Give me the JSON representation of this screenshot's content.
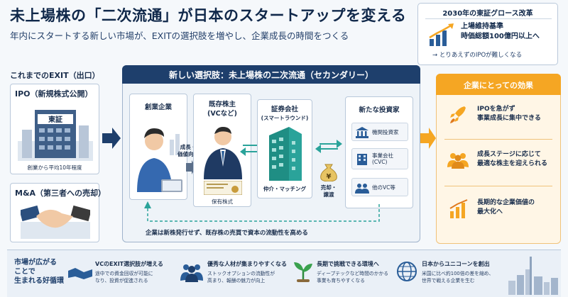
{
  "header": {
    "title": "未上場株の「二次流通」が日本のスタートアップを変える",
    "subtitle": "年内にスタートする新しい市場が、EXITの選択肢を増やし、企業成長の時間をつくる"
  },
  "goal_box": {
    "title": "2030年の東証グロース改革",
    "rule_line1": "上場維持基準",
    "rule_line2": "時価総額100億円以上へ",
    "note": "→ とりあえずのIPOが難しくなる"
  },
  "exit_section": {
    "label": "これまでのEXIT（出口）",
    "ipo_title": "IPO（新規株式公開）",
    "ipo_building_sign": "東証",
    "ipo_caption": "創業から平均10年程度",
    "ma_title": "M&A（第三者への売却）"
  },
  "secondary": {
    "title": "新しい選択肢：未上場株の二次流通（セカンダリー）",
    "founder": "創業企業",
    "growth_label_1": "成長・",
    "growth_label_2": "価値向上",
    "holder_line1": "既存株主",
    "holder_line2": "(VCなど)",
    "holder_caption": "保有株式",
    "securities_line1": "証券会社",
    "securities_line2": "(スマートラウンド)",
    "securities_caption": "仲介・マッチング",
    "sale_line1": "売却・",
    "sale_line2": "譲渡",
    "investors_title": "新たな投資家",
    "investors": [
      {
        "label": "機関投資家"
      },
      {
        "label1": "事業会社",
        "label2": "(CVC)"
      },
      {
        "label": "他のVC等"
      }
    ],
    "bottom_note": "企業は新株発行せず、既存株の売買で資本の流動性を高める"
  },
  "effects": {
    "title": "企業にとっての効果",
    "items": [
      {
        "line1": "IPOを急がず",
        "line2": "事業成長に集中できる"
      },
      {
        "line1": "成長ステージに応じて",
        "line2": "最適な株主を迎えられる"
      },
      {
        "line1": "長期的な企業価値の",
        "line2": "最大化へ"
      }
    ]
  },
  "strip": {
    "title_line1": "市場が広がる",
    "title_line2": "ことで",
    "title_line3": "生まれる好循環",
    "items": [
      {
        "title": "VCのEXIT選択肢が増える",
        "body1": "途中での資金回収が可能に",
        "body2": "なり、投資が促進される"
      },
      {
        "title": "優秀な人材が集まりやすくなる",
        "body1": "ストックオプションの流動性が",
        "body2": "高まり、報酬の魅力が向上"
      },
      {
        "title": "長期で挑戦できる環境へ",
        "body1": "ディープテックなど時間のかかる",
        "body2": "事業も育ちやすくなる"
      },
      {
        "title": "日本からユニコーンを創出",
        "body1": "米国に比べ約100倍の差を縮め、",
        "body2": "世界で戦える企業を生む"
      }
    ]
  },
  "colors": {
    "navy": "#1e3f6c",
    "orange": "#f5a623",
    "teal": "#2aa39a",
    "background": "#f5f8fb"
  }
}
